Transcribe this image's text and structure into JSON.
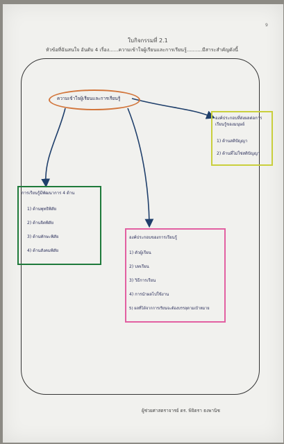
{
  "header": {
    "page_number": "9",
    "title": "ใบกิจกรรมที่ 2.1",
    "subtitle": "หัวข้อที่ฉันสนใจ อันดับ 4 เรื่อง......ความเข้าใจผู้เรียนและการเรียนรู้..........มีสาระสำคัญดังนี้"
  },
  "center_topic": "ความเข้าใจผู้เรียนและการเรียนรู้",
  "green_box": {
    "heading": "การเรียนรู้มีพัฒนาการ 4 ด้าน",
    "items": [
      "1)  ด้านพุทธิพิสัย",
      "2)  ด้านจิตพิสัย",
      "3)  ด้านทักษะพิสัย",
      "4)  ด้านสังคมพิสัย"
    ]
  },
  "yellow_box": {
    "heading": "องค์ประกอบที่ส่งผลต่อการเรียนรู้ของมนุษย์",
    "items": [
      "1)  ด้านสติปัญญา",
      "2)  ด้านที่ไม่ใช่สติปัญญา"
    ]
  },
  "pink_box": {
    "heading": "องค์ประกอบของการเรียนรู้",
    "items": [
      "1)  ตัวผู้เรียน",
      "2)  บทเรียน",
      "3)  วิธีการเรียน",
      "4)  การนำผลไปใช้งาน",
      "5)  ผลที่ได้จากการเรียนจะต้องบรรลุตามเป้าหมาย"
    ]
  },
  "footer": "ผู้ช่วยศาสตราจารย์ ดร. พิจิตรา ธงพานิช",
  "colors": {
    "oval": "#d2763c",
    "green": "#1e7a3a",
    "yellow": "#c9cf3c",
    "pink": "#e25fa1",
    "arrow": "#1f3f6b"
  }
}
